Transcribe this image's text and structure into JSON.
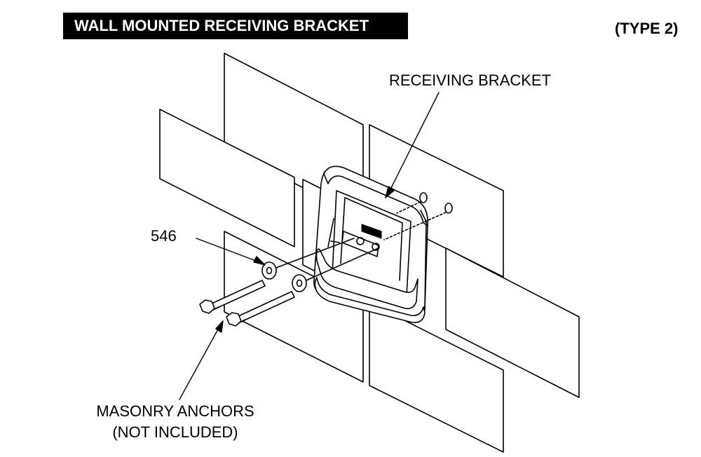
{
  "header": {
    "title": "WALL MOUNTED RECEIVING BRACKET",
    "type": "(TYPE 2)"
  },
  "callouts": {
    "receiving_bracket": "RECEIVING BRACKET",
    "part_number": "546",
    "anchors_line1": "MASONRY ANCHORS",
    "anchors_line2": "(NOT INCLUDED)"
  }
}
